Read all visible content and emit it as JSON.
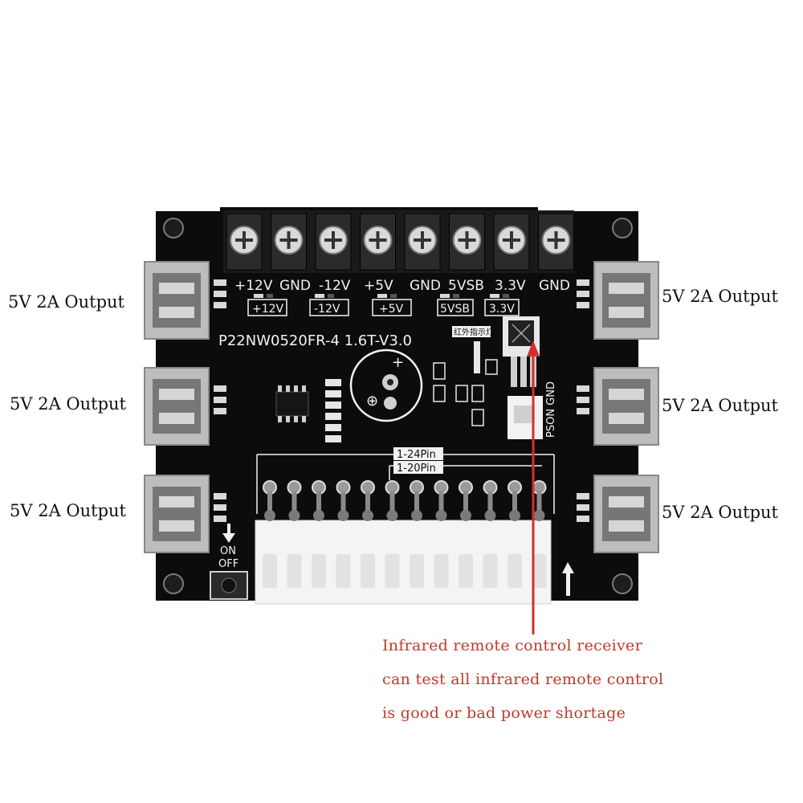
{
  "callouts": {
    "left_top": "5V 2A Output",
    "left_mid": "5V 2A Output",
    "left_bot": "5V 2A Output",
    "right_top": "5V 2A Output",
    "right_mid": "5V 2A Output",
    "right_bot": "5V 2A Output"
  },
  "note": {
    "line1": "Infrared remote control receiver",
    "line2": "can test all infrared remote control",
    "line3": "is good or bad power shortage"
  },
  "board": {
    "terminal_labels": [
      "+12V",
      "GND",
      "-12V",
      "+5V",
      "GND",
      "5VSB",
      "3.3V",
      "GND"
    ],
    "led_labels": [
      "+12V",
      "-12V",
      "+5V",
      "5VSB",
      "3.3V"
    ],
    "model": "P22NW0520FR-4 1.6T-V3.0",
    "ir_chip_label": "红外指示灯",
    "pin24_label": "1-24Pin",
    "pin20_label": "1-20Pin",
    "on_label": "ON",
    "off_label": "OFF",
    "pson_label": "PSON GND"
  },
  "colors": {
    "board": "#0c0c0c",
    "silkscreen": "#f2f2f2",
    "arrow": "#d0312d",
    "usb_metal": "#b9b9b9"
  }
}
